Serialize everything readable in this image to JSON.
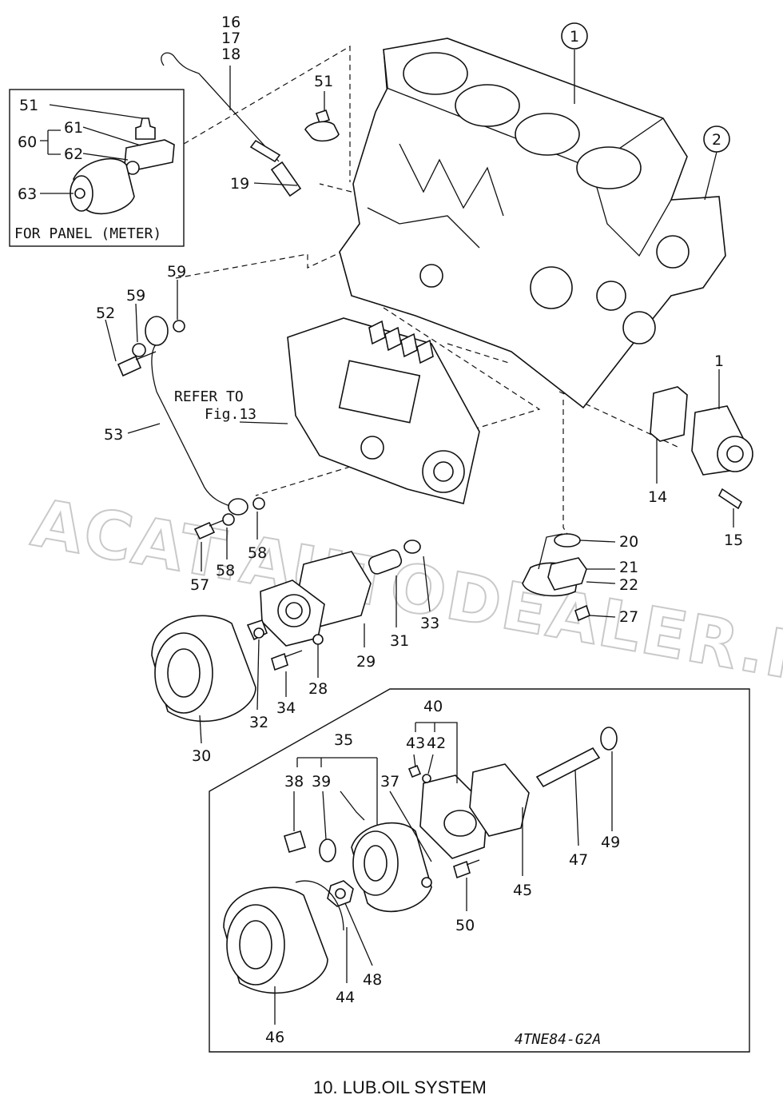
{
  "diagram": {
    "caption": "10.  LUB.OIL SYSTEM",
    "drawing_code": "4TNE84-G2A",
    "inset_label": "FOR PANEL (METER)",
    "refer_note_line1": "REFER TO",
    "refer_note_line2": "Fig.13",
    "watermark": "ACAT.AUTODEALER.RU",
    "callouts": {
      "c16": "16",
      "c17": "17",
      "c18": "18",
      "c19": "19",
      "c51a": "51",
      "c51b": "51",
      "c60": "60",
      "c61": "61",
      "c62": "62",
      "c63": "63",
      "c1circle": "1",
      "c2circle": "2",
      "c1": "1",
      "c14": "14",
      "c15": "15",
      "c52": "52",
      "c59a": "59",
      "c59b": "59",
      "c53": "53",
      "c57": "57",
      "c58a": "58",
      "c58b": "58",
      "c20": "20",
      "c21": "21",
      "c22": "22",
      "c27": "27",
      "c29": "29",
      "c31": "31",
      "c33": "33",
      "c28": "28",
      "c34": "34",
      "c32": "32",
      "c30": "30",
      "c40": "40",
      "c43": "43",
      "c42": "42",
      "c35": "35",
      "c38": "38",
      "c39": "39",
      "c37": "37",
      "c47": "47",
      "c49": "49",
      "c45": "45",
      "c50": "50",
      "c44": "44",
      "c48": "48",
      "c46": "46"
    }
  }
}
